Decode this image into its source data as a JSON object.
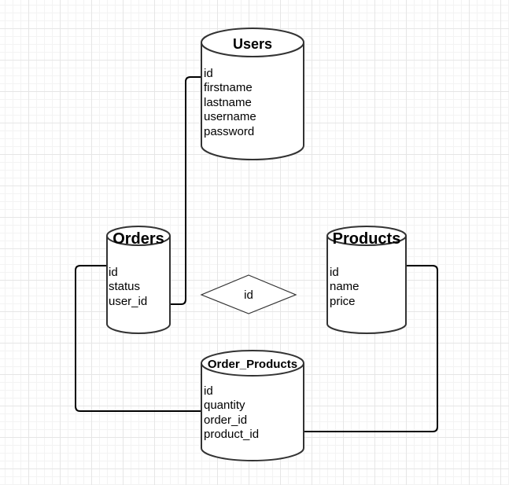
{
  "diagram": {
    "tables": {
      "users": {
        "title": "Users",
        "fields": [
          "id",
          "firstname",
          "lastname",
          "username",
          "password"
        ]
      },
      "orders": {
        "title": "Orders",
        "fields": [
          "id",
          "status",
          "user_id"
        ]
      },
      "products": {
        "title": "Products",
        "fields": [
          "id",
          "name",
          "price"
        ]
      },
      "order_products": {
        "title": "Order_Products",
        "fields": [
          "id",
          "quantity",
          "order_id",
          "product_id"
        ]
      }
    },
    "relation": {
      "label": "id"
    }
  }
}
